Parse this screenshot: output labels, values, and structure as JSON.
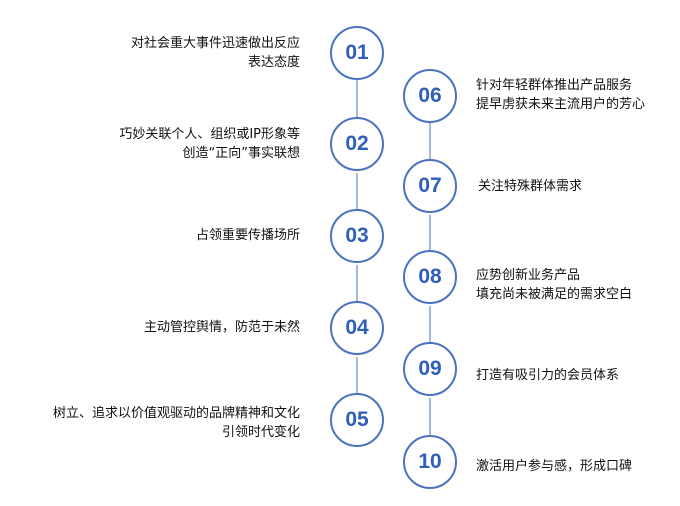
{
  "accent_color": "#4a72c0",
  "number_color": "#2f5fb8",
  "left_steps": [
    {
      "number": "01",
      "lines": [
        "对社会重大事件迅速做出反应",
        "表达态度"
      ]
    },
    {
      "number": "02",
      "lines": [
        "巧妙关联个人、组织或IP形象等",
        "创造“正向”事实联想"
      ]
    },
    {
      "number": "03",
      "lines": [
        "占领重要传播场所"
      ]
    },
    {
      "number": "04",
      "lines": [
        "主动管控舆情，防范于未然"
      ]
    },
    {
      "number": "05",
      "lines": [
        "树立、追求以价值观驱动的品牌精神和文化",
        "引领时代变化"
      ]
    }
  ],
  "right_steps": [
    {
      "number": "06",
      "lines": [
        "针对年轻群体推出产品服务",
        "提早虏获未来主流用户的芳心"
      ]
    },
    {
      "number": "07",
      "lines": [
        "关注特殊群体需求"
      ]
    },
    {
      "number": "08",
      "lines": [
        "应势创新业务产品",
        "填充尚未被满足的需求空白"
      ]
    },
    {
      "number": "09",
      "lines": [
        "打造有吸引力的会员体系"
      ]
    },
    {
      "number": "10",
      "lines": [
        "激活用户参与感，形成口碑"
      ]
    }
  ]
}
